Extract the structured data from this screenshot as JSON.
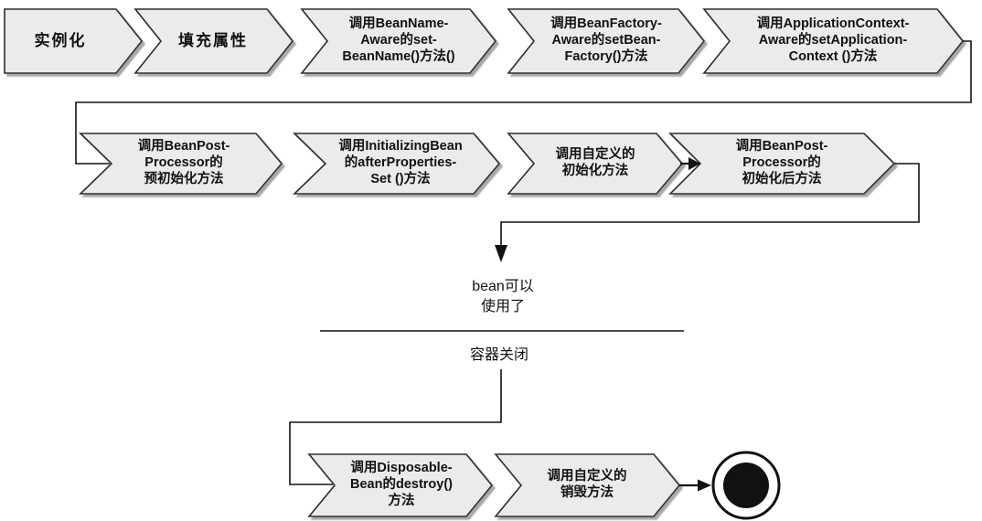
{
  "colors": {
    "box_fill": "#ebebeb",
    "box_border": "#2e2e2e",
    "shadow": "#9e9e9e",
    "text": "#111111",
    "line": "#111111",
    "background": "#ffffff"
  },
  "flow": {
    "row1": [
      {
        "id": "instantiate",
        "label": "实例化"
      },
      {
        "id": "populate-properties",
        "label": "填充属性"
      },
      {
        "id": "set-bean-name",
        "label": "调用BeanName-\nAware的set-\nBeanName()方法()"
      },
      {
        "id": "set-bean-factory",
        "label": "调用BeanFactory-\nAware的setBean-\nFactory()方法"
      },
      {
        "id": "set-application-context",
        "label": "调用ApplicationContext-\nAware的setApplication-\nContext ()方法"
      }
    ],
    "row2": [
      {
        "id": "post-process-before-init",
        "label": "调用BeanPost-\nProcessor的\n预初始化方法"
      },
      {
        "id": "after-properties-set",
        "label": "调用InitializingBean\n的afterProperties-\nSet ()方法"
      },
      {
        "id": "custom-init",
        "label": "调用自定义的\n初始化方法"
      },
      {
        "id": "post-process-after-init",
        "label": "调用BeanPost-\nProcessor的\n初始化后方法"
      }
    ],
    "notes": {
      "bean_ready": "bean可以\n使用了",
      "container_close": "容器关闭"
    },
    "row3": [
      {
        "id": "destroy",
        "label": "调用Disposable-\nBean的destroy()\n方法"
      },
      {
        "id": "custom-destroy",
        "label": "调用自定义的\n销毁方法"
      }
    ]
  }
}
